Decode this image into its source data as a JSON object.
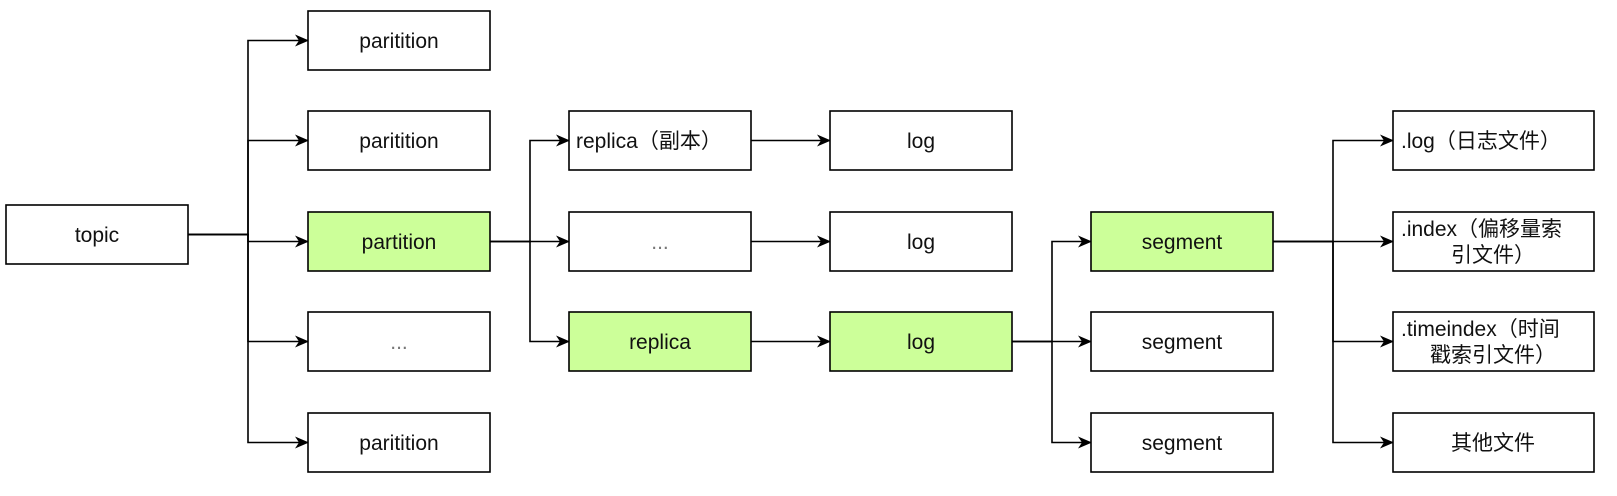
{
  "style": {
    "highlight_fill": "#ccff99",
    "default_fill": "#ffffff",
    "stroke": "#000000"
  },
  "nodes": {
    "topic": {
      "lines": [
        "topic"
      ],
      "highlight": false
    },
    "partition1": {
      "lines": [
        "paritition"
      ],
      "highlight": false
    },
    "partition2": {
      "lines": [
        "paritition"
      ],
      "highlight": false
    },
    "partition3": {
      "lines": [
        "partition"
      ],
      "highlight": true
    },
    "partition4": {
      "lines": [
        "..."
      ],
      "highlight": false
    },
    "partition5": {
      "lines": [
        "paritition"
      ],
      "highlight": false
    },
    "replica1": {
      "lines": [
        "replica（副本）"
      ],
      "highlight": false
    },
    "replica2": {
      "lines": [
        "..."
      ],
      "highlight": false
    },
    "replica3": {
      "lines": [
        "replica"
      ],
      "highlight": true
    },
    "log1": {
      "lines": [
        "log"
      ],
      "highlight": false
    },
    "log2": {
      "lines": [
        "log"
      ],
      "highlight": false
    },
    "log3": {
      "lines": [
        "log"
      ],
      "highlight": true
    },
    "segment1": {
      "lines": [
        "segment"
      ],
      "highlight": true
    },
    "segment2": {
      "lines": [
        "segment"
      ],
      "highlight": false
    },
    "segment3": {
      "lines": [
        "segment"
      ],
      "highlight": false
    },
    "file1": {
      "lines": [
        ".log（日志文件）"
      ],
      "highlight": false
    },
    "file2": {
      "lines": [
        ".index（偏移量索",
        "引文件）"
      ],
      "highlight": false
    },
    "file3": {
      "lines": [
        ".timeindex（时间",
        "戳索引文件）"
      ],
      "highlight": false
    },
    "file4": {
      "lines": [
        "其他文件"
      ],
      "highlight": false
    }
  },
  "edges": [
    {
      "from": "topic",
      "to": "partition1"
    },
    {
      "from": "topic",
      "to": "partition2"
    },
    {
      "from": "topic",
      "to": "partition3"
    },
    {
      "from": "topic",
      "to": "partition4"
    },
    {
      "from": "topic",
      "to": "partition5"
    },
    {
      "from": "partition3",
      "to": "replica1"
    },
    {
      "from": "partition3",
      "to": "replica2"
    },
    {
      "from": "partition3",
      "to": "replica3"
    },
    {
      "from": "replica1",
      "to": "log1"
    },
    {
      "from": "replica2",
      "to": "log2"
    },
    {
      "from": "replica3",
      "to": "log3"
    },
    {
      "from": "log3",
      "to": "segment1"
    },
    {
      "from": "log3",
      "to": "segment2"
    },
    {
      "from": "log3",
      "to": "segment3"
    },
    {
      "from": "segment1",
      "to": "file1"
    },
    {
      "from": "segment1",
      "to": "file2"
    },
    {
      "from": "segment1",
      "to": "file3"
    },
    {
      "from": "segment1",
      "to": "file4"
    }
  ]
}
